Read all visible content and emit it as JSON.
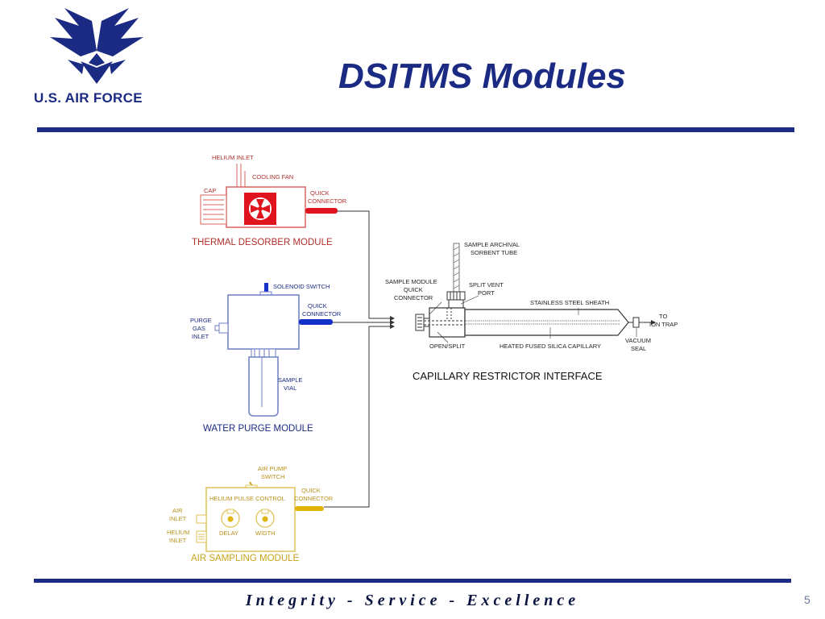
{
  "header": {
    "logo_text": "U.S. AIR FORCE",
    "title": "DSITMS Modules"
  },
  "colors": {
    "brand_blue": "#1b2a82",
    "thermal_red": "#e0141e",
    "thermal_outline": "#d9635f",
    "water_blue": "#1430c8",
    "air_yellow": "#e0b40a",
    "line_dark": "#333333"
  },
  "diagram": {
    "thermal": {
      "title": "THERMAL DESORBER MODULE",
      "helium_inlet": "HELIUM INLET",
      "cooling_fan": "COOLING FAN",
      "cap": "CAP",
      "quick": "QUICK",
      "connector": "CONNECTOR"
    },
    "water": {
      "title": "WATER PURGE MODULE",
      "solenoid": "SOLENOID SWITCH",
      "quick": "QUICK",
      "connector": "CONNECTOR",
      "purge": "PURGE",
      "gas": "GAS",
      "inlet": "INLET",
      "sample": "SAMPLE",
      "vial": "VIAL"
    },
    "air": {
      "title": "AIR SAMPLING MODULE",
      "air_pump": "AIR PUMP",
      "switch": "SWITCH",
      "quick": "QUICK",
      "helium_pulse_control": "HELIUM PULSE CONTROL",
      "connector": "CONNECTOR",
      "air": "AIR",
      "inlet": "INLET",
      "helium": "HELIUM",
      "delay": "DELAY",
      "width": "WIDTH"
    },
    "capillary": {
      "title": "CAPILLARY RESTRICTOR INTERFACE",
      "sample_archival": "SAMPLE ARCHIVAL",
      "sorbent_tube": "SORBENT TUBE",
      "sample_module": "SAMPLE MODULE",
      "quick": "QUICK",
      "connector": "CONNECTOR",
      "split_vent": "SPLIT VENT",
      "port": "PORT",
      "stainless": "STAINLESS STEEL SHEATH",
      "to": "TO",
      "ion_trap": "ION TRAP",
      "open_split": "OPEN/SPLIT",
      "heated": "HEATED FUSED SILICA CAPILLARY",
      "vacuum": "VACUUM",
      "seal": "SEAL"
    }
  },
  "footer": {
    "motto": "Integrity - Service - Excellence",
    "page": "5"
  }
}
